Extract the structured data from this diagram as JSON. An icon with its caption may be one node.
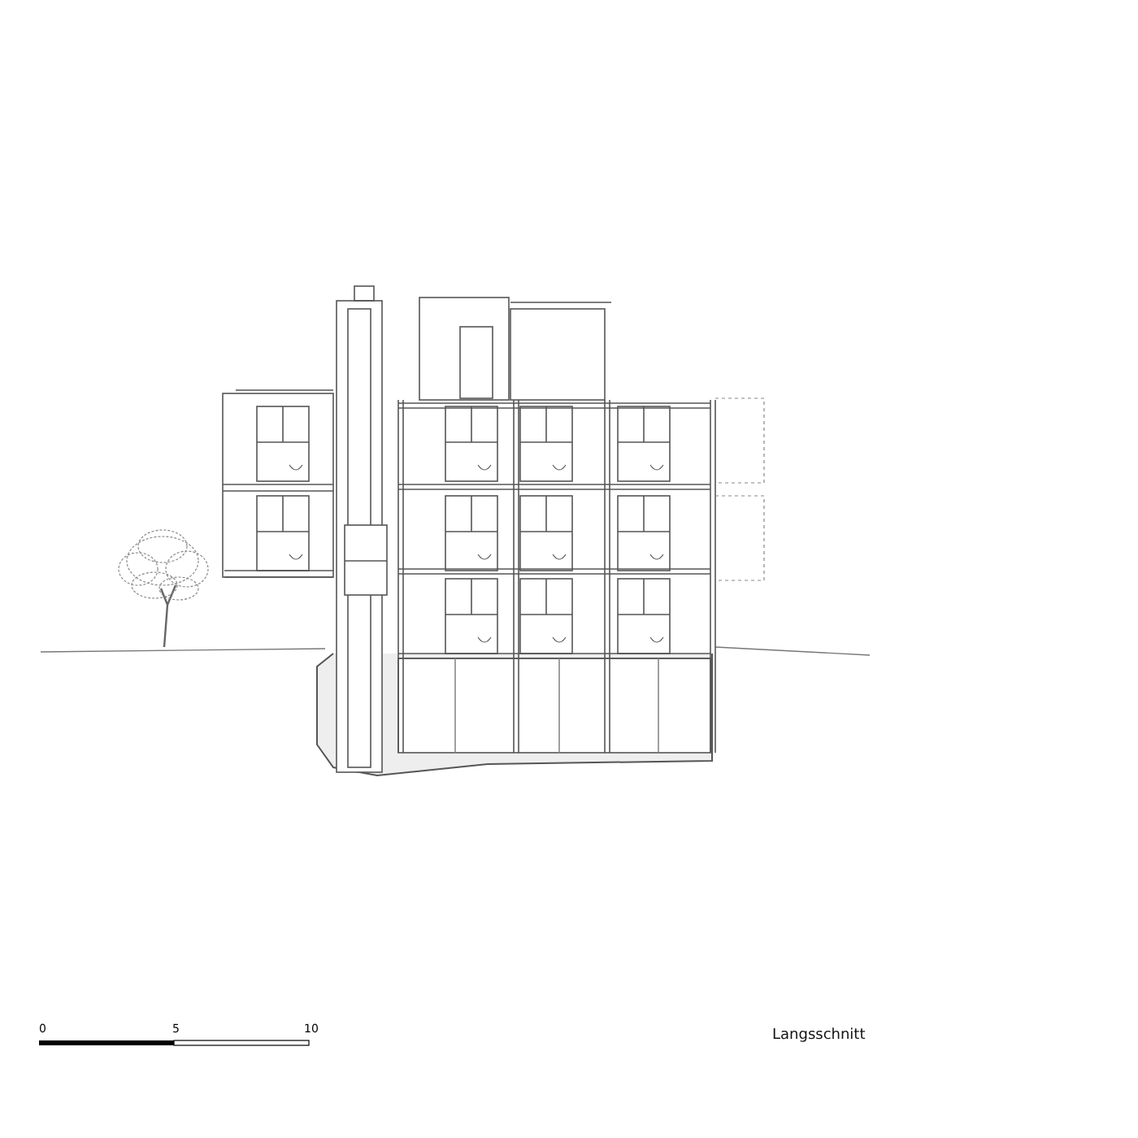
{
  "diagram": {
    "caption": "Langsschnitt",
    "labels": [
      "0",
      "5",
      "10"
    ]
  }
}
